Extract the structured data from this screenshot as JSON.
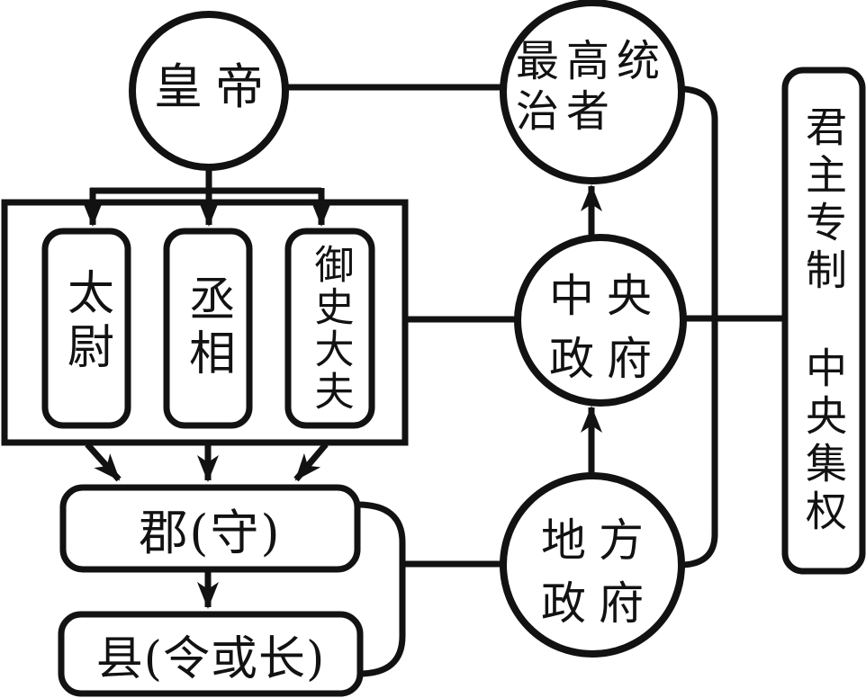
{
  "diagram": {
    "type": "flowchart",
    "colors": {
      "ink": "#121212",
      "background": "#ffffff"
    },
    "nodes": {
      "emperor": {
        "shape": "circle",
        "label": "皇帝"
      },
      "supreme": {
        "shape": "circle",
        "label": "最高统治者",
        "lines": [
          "最高统",
          "治者"
        ]
      },
      "central": {
        "shape": "circle",
        "label": "中央政府",
        "lines": [
          "中央",
          "政府"
        ]
      },
      "local": {
        "shape": "circle",
        "label": "地方政府",
        "lines": [
          "地方",
          "政府"
        ]
      },
      "taiwei": {
        "shape": "rounded-rect-vertical",
        "label": "太尉"
      },
      "chengxiang": {
        "shape": "rounded-rect-vertical",
        "label": "丞相"
      },
      "yushidafu": {
        "shape": "rounded-rect-vertical",
        "label": "御史大夫"
      },
      "jun": {
        "shape": "rounded-rect",
        "label": "郡(守)"
      },
      "xian": {
        "shape": "rounded-rect",
        "label": "县(令或长)"
      },
      "summary": {
        "shape": "rounded-rect-tall",
        "label": "君主专制 中央集权",
        "lines": [
          "君主专制",
          "中央集权"
        ]
      }
    },
    "edges": [
      {
        "from": "皇帝",
        "to": "最高统治者",
        "connector": "line"
      },
      {
        "from": "皇帝",
        "to": "太尉",
        "connector": "arrow"
      },
      {
        "from": "皇帝",
        "to": "丞相",
        "connector": "arrow"
      },
      {
        "from": "皇帝",
        "to": "御史大夫",
        "connector": "arrow"
      },
      {
        "from": "太尉",
        "to": "郡(守)",
        "connector": "arrow"
      },
      {
        "from": "丞相",
        "to": "郡(守)",
        "connector": "arrow"
      },
      {
        "from": "御史大夫",
        "to": "郡(守)",
        "connector": "arrow"
      },
      {
        "from": "郡(守)",
        "to": "县(令或长)",
        "connector": "arrow"
      },
      {
        "from": "太尉/丞相/御史大夫",
        "to": "中央政府",
        "connector": "line"
      },
      {
        "from": "郡(守)/县(令或长)",
        "to": "地方政府",
        "connector": "brace-line"
      },
      {
        "from": "中央政府",
        "to": "最高统治者",
        "connector": "arrow"
      },
      {
        "from": "地方政府",
        "to": "中央政府",
        "connector": "arrow"
      },
      {
        "from": "中央政府",
        "to": "君主专制 中央集权",
        "connector": "line"
      },
      {
        "from": "最高统治者",
        "to": "地方政府",
        "connector": "side-line"
      }
    ]
  }
}
